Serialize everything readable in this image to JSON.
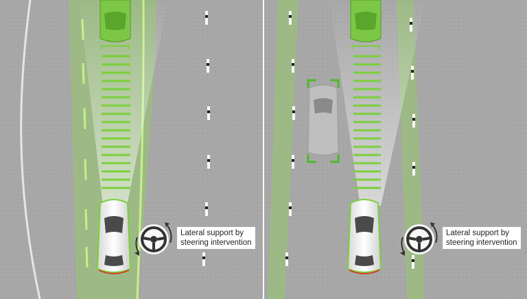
{
  "panels": [
    {
      "caption_line1": "Lateral support by",
      "caption_line2": "steering intervention"
    },
    {
      "caption_line1": "Lateral support by",
      "caption_line2": "steering intervention"
    }
  ],
  "colors": {
    "road": "#a7a7a7",
    "lane_green": "#8fd15a",
    "car_green": "#7cc846",
    "car_white": "#f2f2f2",
    "car_grey": "#b5b5b5",
    "bracket": "#5ab82e"
  },
  "icons": [
    "steering-wheel-icon",
    "rotation-arrow-icon"
  ]
}
